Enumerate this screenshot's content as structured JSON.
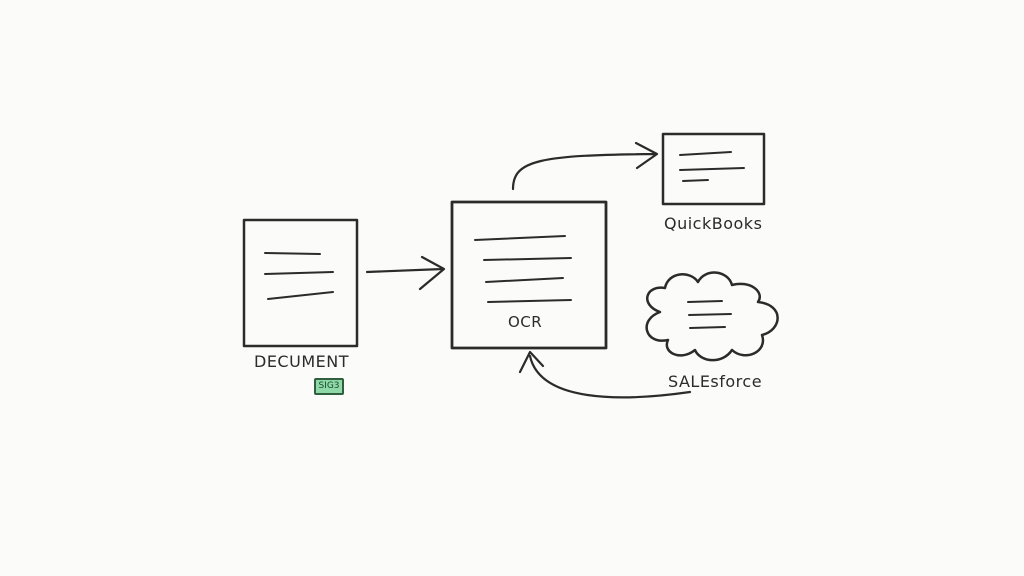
{
  "nodes": {
    "document": {
      "label": "DECUMENT",
      "badge": "SIG3"
    },
    "ocr": {
      "label": "OCR"
    },
    "quickbooks": {
      "label": "QuickBooks"
    },
    "salesforce": {
      "label": "SALEsforce"
    }
  },
  "edges": [
    {
      "from": "document",
      "to": "ocr"
    },
    {
      "from": "ocr",
      "to": "quickbooks"
    },
    {
      "from": "salesforce",
      "to": "ocr"
    }
  ],
  "colors": {
    "ink": "#2b2b2b",
    "badge": "#8fd9a8",
    "background": "#fbfcf9"
  }
}
